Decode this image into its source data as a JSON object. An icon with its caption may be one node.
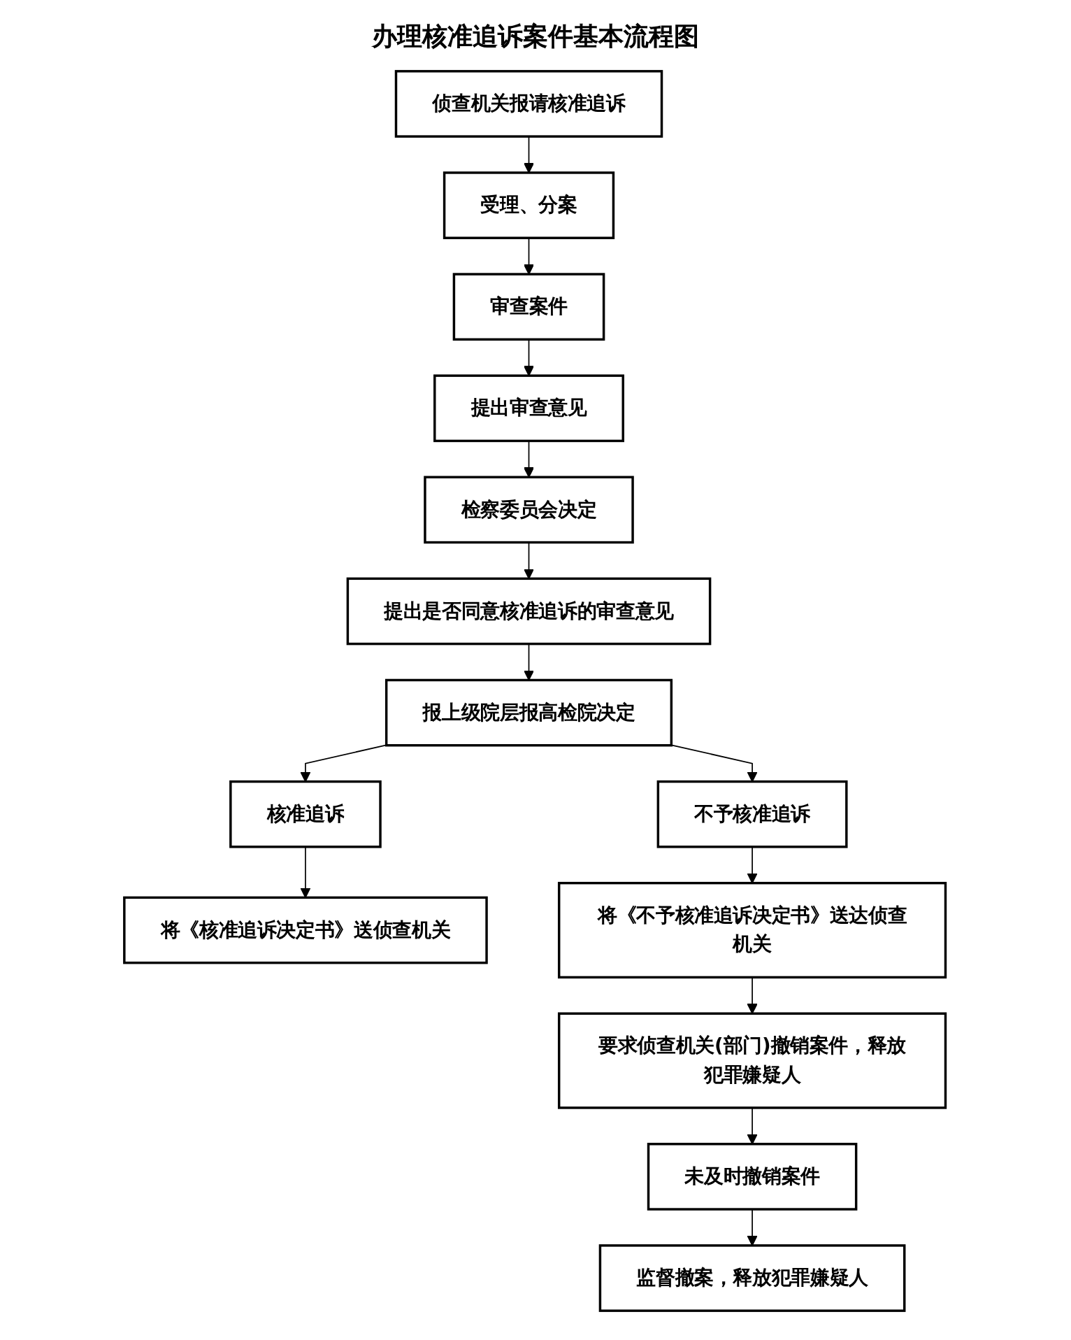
{
  "diagram": {
    "title": "办理核准追诉案件基本流程图",
    "nodes": [
      {
        "text": [
          "侦查机关报请核准追诉"
        ]
      },
      {
        "text": [
          "受理、分案"
        ]
      },
      {
        "text": [
          "审查案件"
        ]
      },
      {
        "text": [
          "提出审查意见"
        ]
      },
      {
        "text": [
          "检察委员会决定"
        ]
      },
      {
        "text": [
          "提出是否同意核准追诉的审查意见"
        ]
      },
      {
        "text": [
          "报上级院层报高检院决定"
        ]
      },
      {
        "text": [
          "核准追诉"
        ]
      },
      {
        "text": [
          "不予核准追诉"
        ]
      },
      {
        "text": [
          "将《核准追诉决定书》送侦查机关"
        ]
      },
      {
        "text": [
          "将《不予核准追诉决定书》送达侦查机关"
        ]
      },
      {
        "text": [
          "要求侦查机关(部门)撤销案件，释放犯罪嫌疑人"
        ]
      },
      {
        "text": [
          "未及时撤销案件"
        ]
      },
      {
        "text": [
          "监督撤案，释放犯罪嫌疑人"
        ]
      }
    ],
    "edges": [
      {
        "from": 0,
        "to": 1,
        "arrow": "to"
      },
      {
        "from": 1,
        "to": 2,
        "arrow": "to"
      },
      {
        "from": 2,
        "to": 3,
        "arrow": "to"
      },
      {
        "from": 3,
        "to": 4,
        "arrow": "to"
      },
      {
        "from": 4,
        "to": 5,
        "arrow": "to"
      },
      {
        "from": 5,
        "to": 6,
        "arrow": "to"
      },
      {
        "from": 6,
        "to": 7,
        "arrow": "to"
      },
      {
        "from": 6,
        "to": 8,
        "arrow": "to"
      },
      {
        "from": 7,
        "to": 9,
        "arrow": "to"
      },
      {
        "from": 8,
        "to": 10,
        "arrow": "to"
      },
      {
        "from": 10,
        "to": 11,
        "arrow": "to"
      },
      {
        "from": 11,
        "to": 12,
        "arrow": "to"
      },
      {
        "from": 12,
        "to": 13,
        "arrow": "to"
      }
    ]
  }
}
